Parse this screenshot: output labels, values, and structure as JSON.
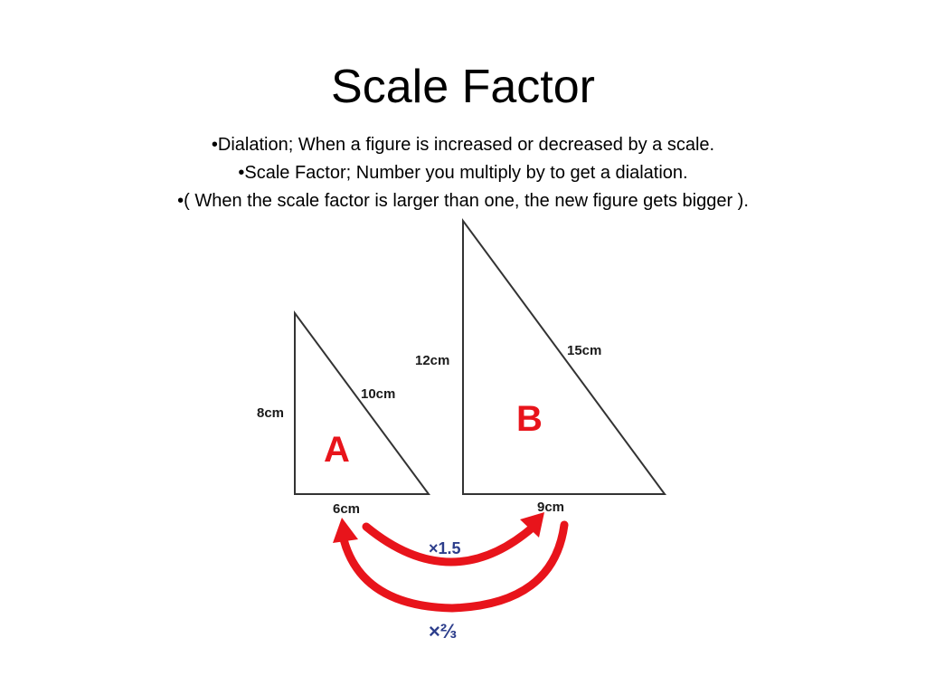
{
  "slide": {
    "title": "Scale Factor",
    "bullets": [
      "•Dialation; When a figure is increased or decreased by a scale.",
      "•Scale Factor; Number you multiply by to get a dialation.",
      "•( When the scale factor is larger than one, the new figure gets bigger )."
    ]
  },
  "figure": {
    "triangle_a": {
      "letter": "A",
      "height_label": "8cm",
      "base_label": "6cm",
      "hypotenuse_label": "10cm"
    },
    "triangle_b": {
      "letter": "B",
      "height_label": "12cm",
      "base_label": "9cm",
      "hypotenuse_label": "15cm"
    },
    "scale_up_label": "×1.5",
    "scale_down_label": "×⅔",
    "colors": {
      "letters": "#e8141b",
      "arrows": "#e8141b",
      "multipliers": "#2d3e8c",
      "outlines": "#333333"
    }
  }
}
